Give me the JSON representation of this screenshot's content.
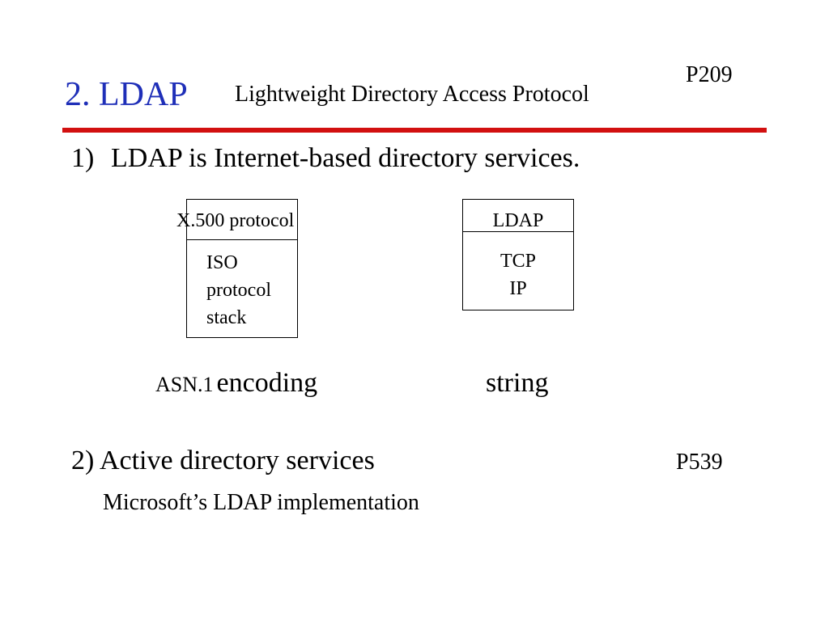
{
  "slide": {
    "title": "2. LDAP",
    "subtitle": "Lightweight Directory Access Protocol",
    "page_ref_top": "P209",
    "accent_colors": {
      "title": "#1f2fb8",
      "rule": "#d21010"
    }
  },
  "item1": {
    "number": "1)",
    "text": "LDAP is Internet-based directory services."
  },
  "diagram": {
    "left_box": {
      "header": "X.500 protocol",
      "lines": [
        "ISO",
        "protocol",
        "stack"
      ]
    },
    "right_box": {
      "header": "LDAP",
      "lines": [
        "TCP",
        "IP"
      ]
    },
    "left_caption": {
      "prefix": "ASN.1",
      "word": "encoding"
    },
    "right_caption": "string"
  },
  "item2": {
    "text": "2) Active directory services",
    "page_ref": "P539",
    "subtext": "Microsoft’s LDAP implementation"
  }
}
